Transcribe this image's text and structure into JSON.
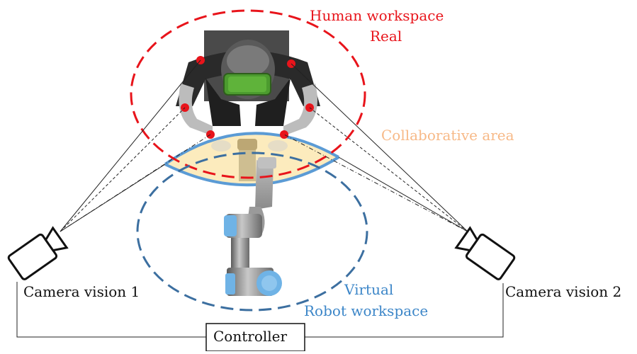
{
  "labels": {
    "human_workspace": "Human workspace",
    "real": "Real",
    "collaborative_area": "Collaborative area",
    "virtual": "Virtual",
    "robot_workspace": "Robot workspace",
    "camera1": "Camera vision 1",
    "camera2": "Camera vision 2",
    "controller": "Controller"
  },
  "colors": {
    "human_workspace": "#e8141b",
    "robot_workspace": "#3c6fa0",
    "collaborative_area": "#f7b987",
    "collab_fill": "#fbe7b2",
    "collab_border": "#5b9bd5",
    "marker": "#e8141b",
    "headset": "#3f8f2b",
    "robot_joint": "#6fb3e6"
  },
  "icons": [
    "camera-1-icon",
    "camera-2-icon",
    "human-operator-icon",
    "vr-headset-icon",
    "robot-arm-icon"
  ]
}
